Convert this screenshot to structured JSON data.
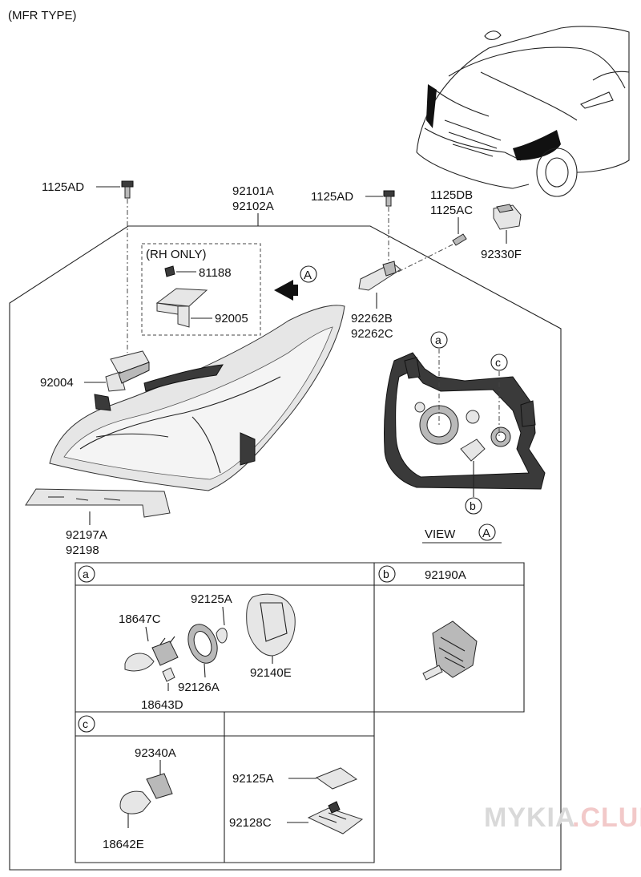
{
  "header": {
    "type_label": "(MFR TYPE)"
  },
  "view": {
    "label": "VIEW",
    "marker": "A"
  },
  "markers": {
    "a": "a",
    "b": "b",
    "c": "c",
    "arrow_a": "A"
  },
  "rh_only": "(RH ONLY)",
  "parts": {
    "p1125ad_left": "1125AD",
    "p1125ad_right": "1125AD",
    "p92101a": "92101A",
    "p92102a": "92102A",
    "p1125db": "1125DB",
    "p1125ac": "1125AC",
    "p92330f": "92330F",
    "p81188": "81188",
    "p92005": "92005",
    "p92262b": "92262B",
    "p92262c": "92262C",
    "p92004": "92004",
    "p92197a": "92197A",
    "p92198": "92198"
  },
  "table": {
    "section_a_marker": "a",
    "section_b_marker": "b",
    "section_b_title": "92190A",
    "section_c_marker": "c",
    "a_parts": {
      "p92125a": "92125A",
      "p18647c": "18647C",
      "p92126a": "92126A",
      "p92140e": "92140E",
      "p18643d": "18643D"
    },
    "c_parts": {
      "p92340a": "92340A",
      "p18642e": "18642E"
    },
    "d_parts": {
      "p92125a": "92125A",
      "p92128c": "92128C"
    }
  },
  "watermark": {
    "part1": "MYKIA",
    "part2": ".CLUB"
  }
}
